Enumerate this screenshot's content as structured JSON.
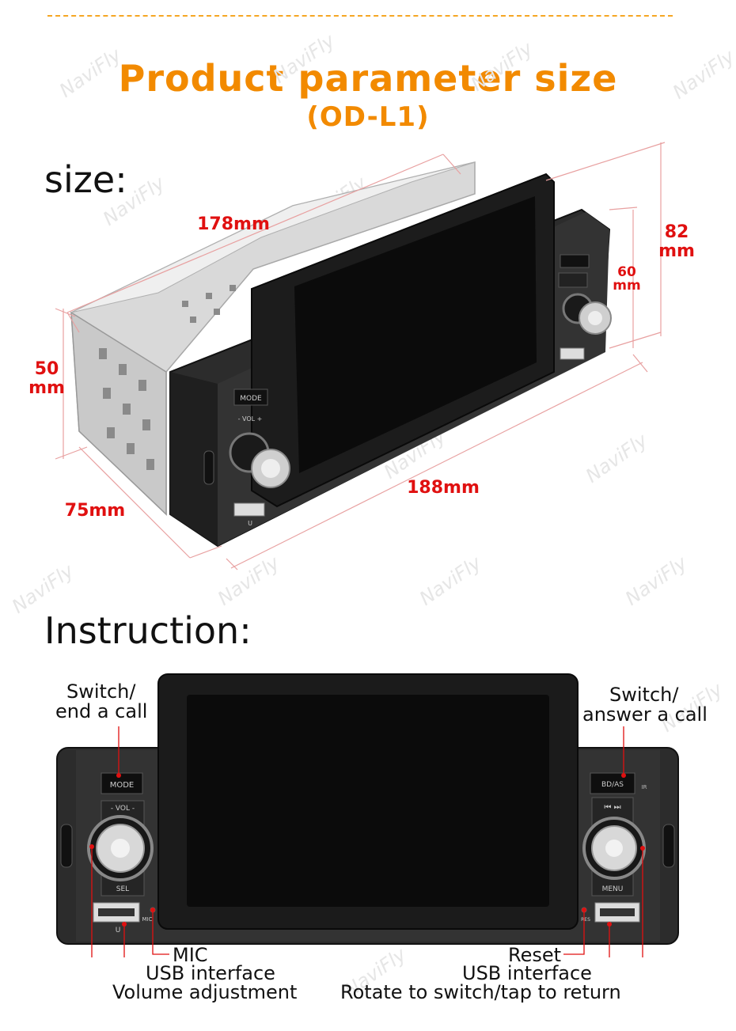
{
  "header": {
    "title": "Product parameter size",
    "model": "(OD-L1)"
  },
  "sections": {
    "size": "size:",
    "instruction": "Instruction:"
  },
  "watermark": "NaviFly",
  "dimensions": {
    "length": "178mm",
    "width": "188mm",
    "depth": "75mm",
    "height_body_value": "50",
    "height_body_unit": "mm",
    "height_total_value": "82",
    "height_total_unit": "mm",
    "height_panel_value": "60",
    "height_panel_unit": "mm"
  },
  "device_labels": {
    "mode": "MODE",
    "vol": "- VOL -",
    "sel": "SEL",
    "usb_left": "U",
    "mic": "MIC",
    "bd_as": "BD/AS",
    "ir": "IR",
    "menu": "MENU",
    "res": "RES",
    "prev_next": "⏮ ⏭"
  },
  "callouts": {
    "switch_end_call_1": "Switch/",
    "switch_end_call_2": "end a call",
    "switch_answer_call_1": "Switch/",
    "switch_answer_call_2": "answer a call",
    "mic": "MIC",
    "usb_left": "USB interface",
    "volume": "Volume adjustment",
    "reset": "Reset",
    "usb_right": "USB interface",
    "rotate": "Rotate to switch/tap to return"
  },
  "colors": {
    "accent": "#f28a00",
    "dimension": "#e01010",
    "panel": "#2b2b2b",
    "screen": "#0d0d0d"
  }
}
